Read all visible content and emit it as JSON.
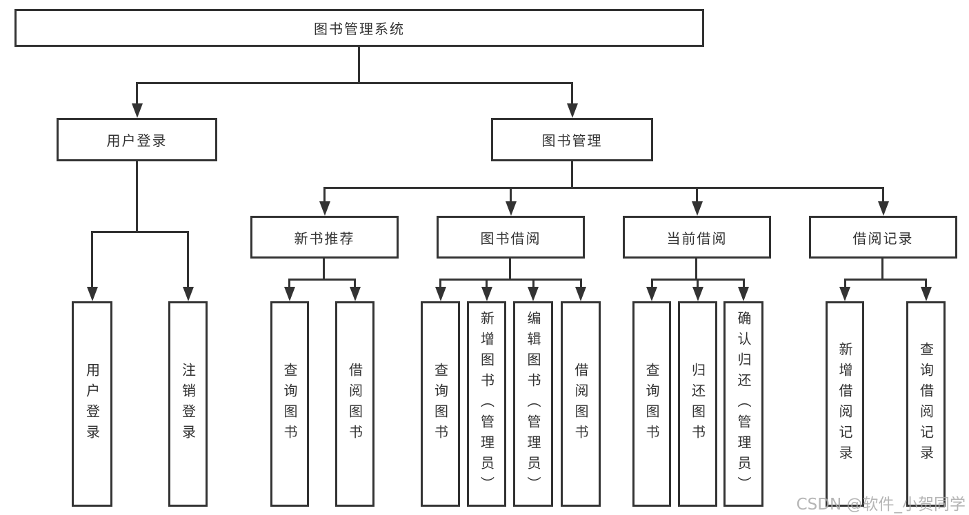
{
  "colors": {
    "line": "#333333",
    "text": "#333333",
    "background": "#ffffff",
    "watermark": "#a9a9a9"
  },
  "watermark": "CSDN @软件_小贺同学",
  "tree": {
    "label": "图书管理系统",
    "children": [
      {
        "label": "用户登录",
        "children": [
          {
            "label": "用户登录"
          },
          {
            "label": "注销登录"
          }
        ]
      },
      {
        "label": "图书管理",
        "children": [
          {
            "label": "新书推荐",
            "children": [
              {
                "label": "查询图书"
              },
              {
                "label": "借阅图书"
              }
            ]
          },
          {
            "label": "图书借阅",
            "children": [
              {
                "label": "查询图书"
              },
              {
                "label": "新增图书（管理员）"
              },
              {
                "label": "编辑图书（管理员）"
              },
              {
                "label": "借阅图书"
              }
            ]
          },
          {
            "label": "当前借阅",
            "children": [
              {
                "label": "查询图书"
              },
              {
                "label": "归还图书"
              },
              {
                "label": "确认归还（管理员）"
              }
            ]
          },
          {
            "label": "借阅记录",
            "children": [
              {
                "label": "新增借阅记录"
              },
              {
                "label": "查询借阅记录"
              }
            ]
          }
        ]
      }
    ]
  }
}
